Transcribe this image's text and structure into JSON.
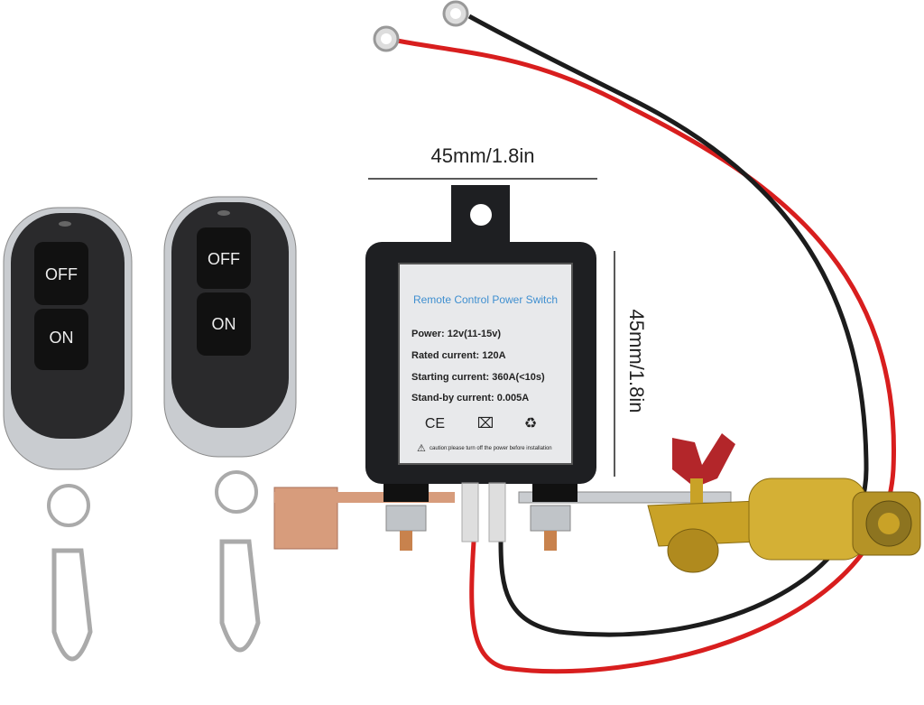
{
  "dimensions": {
    "width_label": "45mm/1.8in",
    "height_label": "45mm/1.8in"
  },
  "remotes": [
    {
      "off_label": "OFF",
      "on_label": "ON"
    },
    {
      "off_label": "OFF",
      "on_label": "ON"
    }
  ],
  "module_label": {
    "title": "Remote Control Power Switch",
    "lines": [
      "Power: 12v(11-15v)",
      "Rated current: 120A",
      "Starting current: 360A(<10s)",
      "Stand-by current: 0.005A"
    ],
    "ce_mark": "CE",
    "caution": "caution:please turn off the power before installation"
  },
  "colors": {
    "wire_red": "#d81e1e",
    "wire_black": "#1c1c1c",
    "module_body": "#1e1f22",
    "brass": "#c9a227",
    "wingnut": "#b3262a",
    "copper": "#d79c7c",
    "title_blue": "#3f8fd0"
  }
}
